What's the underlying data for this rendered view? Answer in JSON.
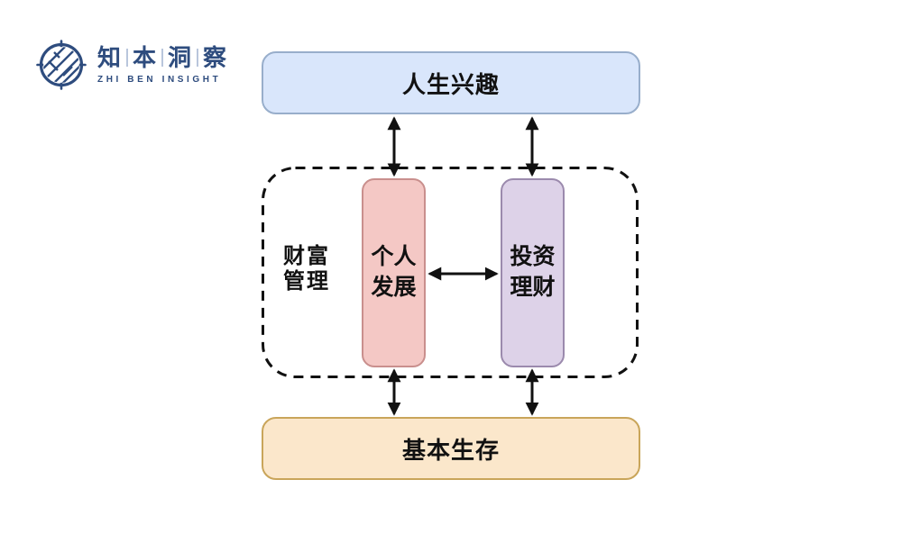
{
  "logo": {
    "chars": [
      "知",
      "本",
      "洞",
      "察"
    ],
    "subtitle": "ZHI BEN INSIGHT",
    "color": "#2e4c7e"
  },
  "diagram": {
    "top_box": {
      "label": "人生兴趣",
      "fill": "#d9e6fb",
      "border": "#98aecb"
    },
    "container": {
      "label": "财富管理",
      "border_color": "#111111",
      "border_style": "dashed"
    },
    "left_pillar": {
      "label": "个人发展",
      "fill": "#f4c8c5",
      "border": "#c98f8d"
    },
    "right_pillar": {
      "label": "投资理财",
      "fill": "#ddd2e8",
      "border": "#9b8aad"
    },
    "bottom_box": {
      "label": "基本生存",
      "fill": "#fbe7cb",
      "border": "#c9a55a"
    },
    "arrow_color": "#111111"
  }
}
